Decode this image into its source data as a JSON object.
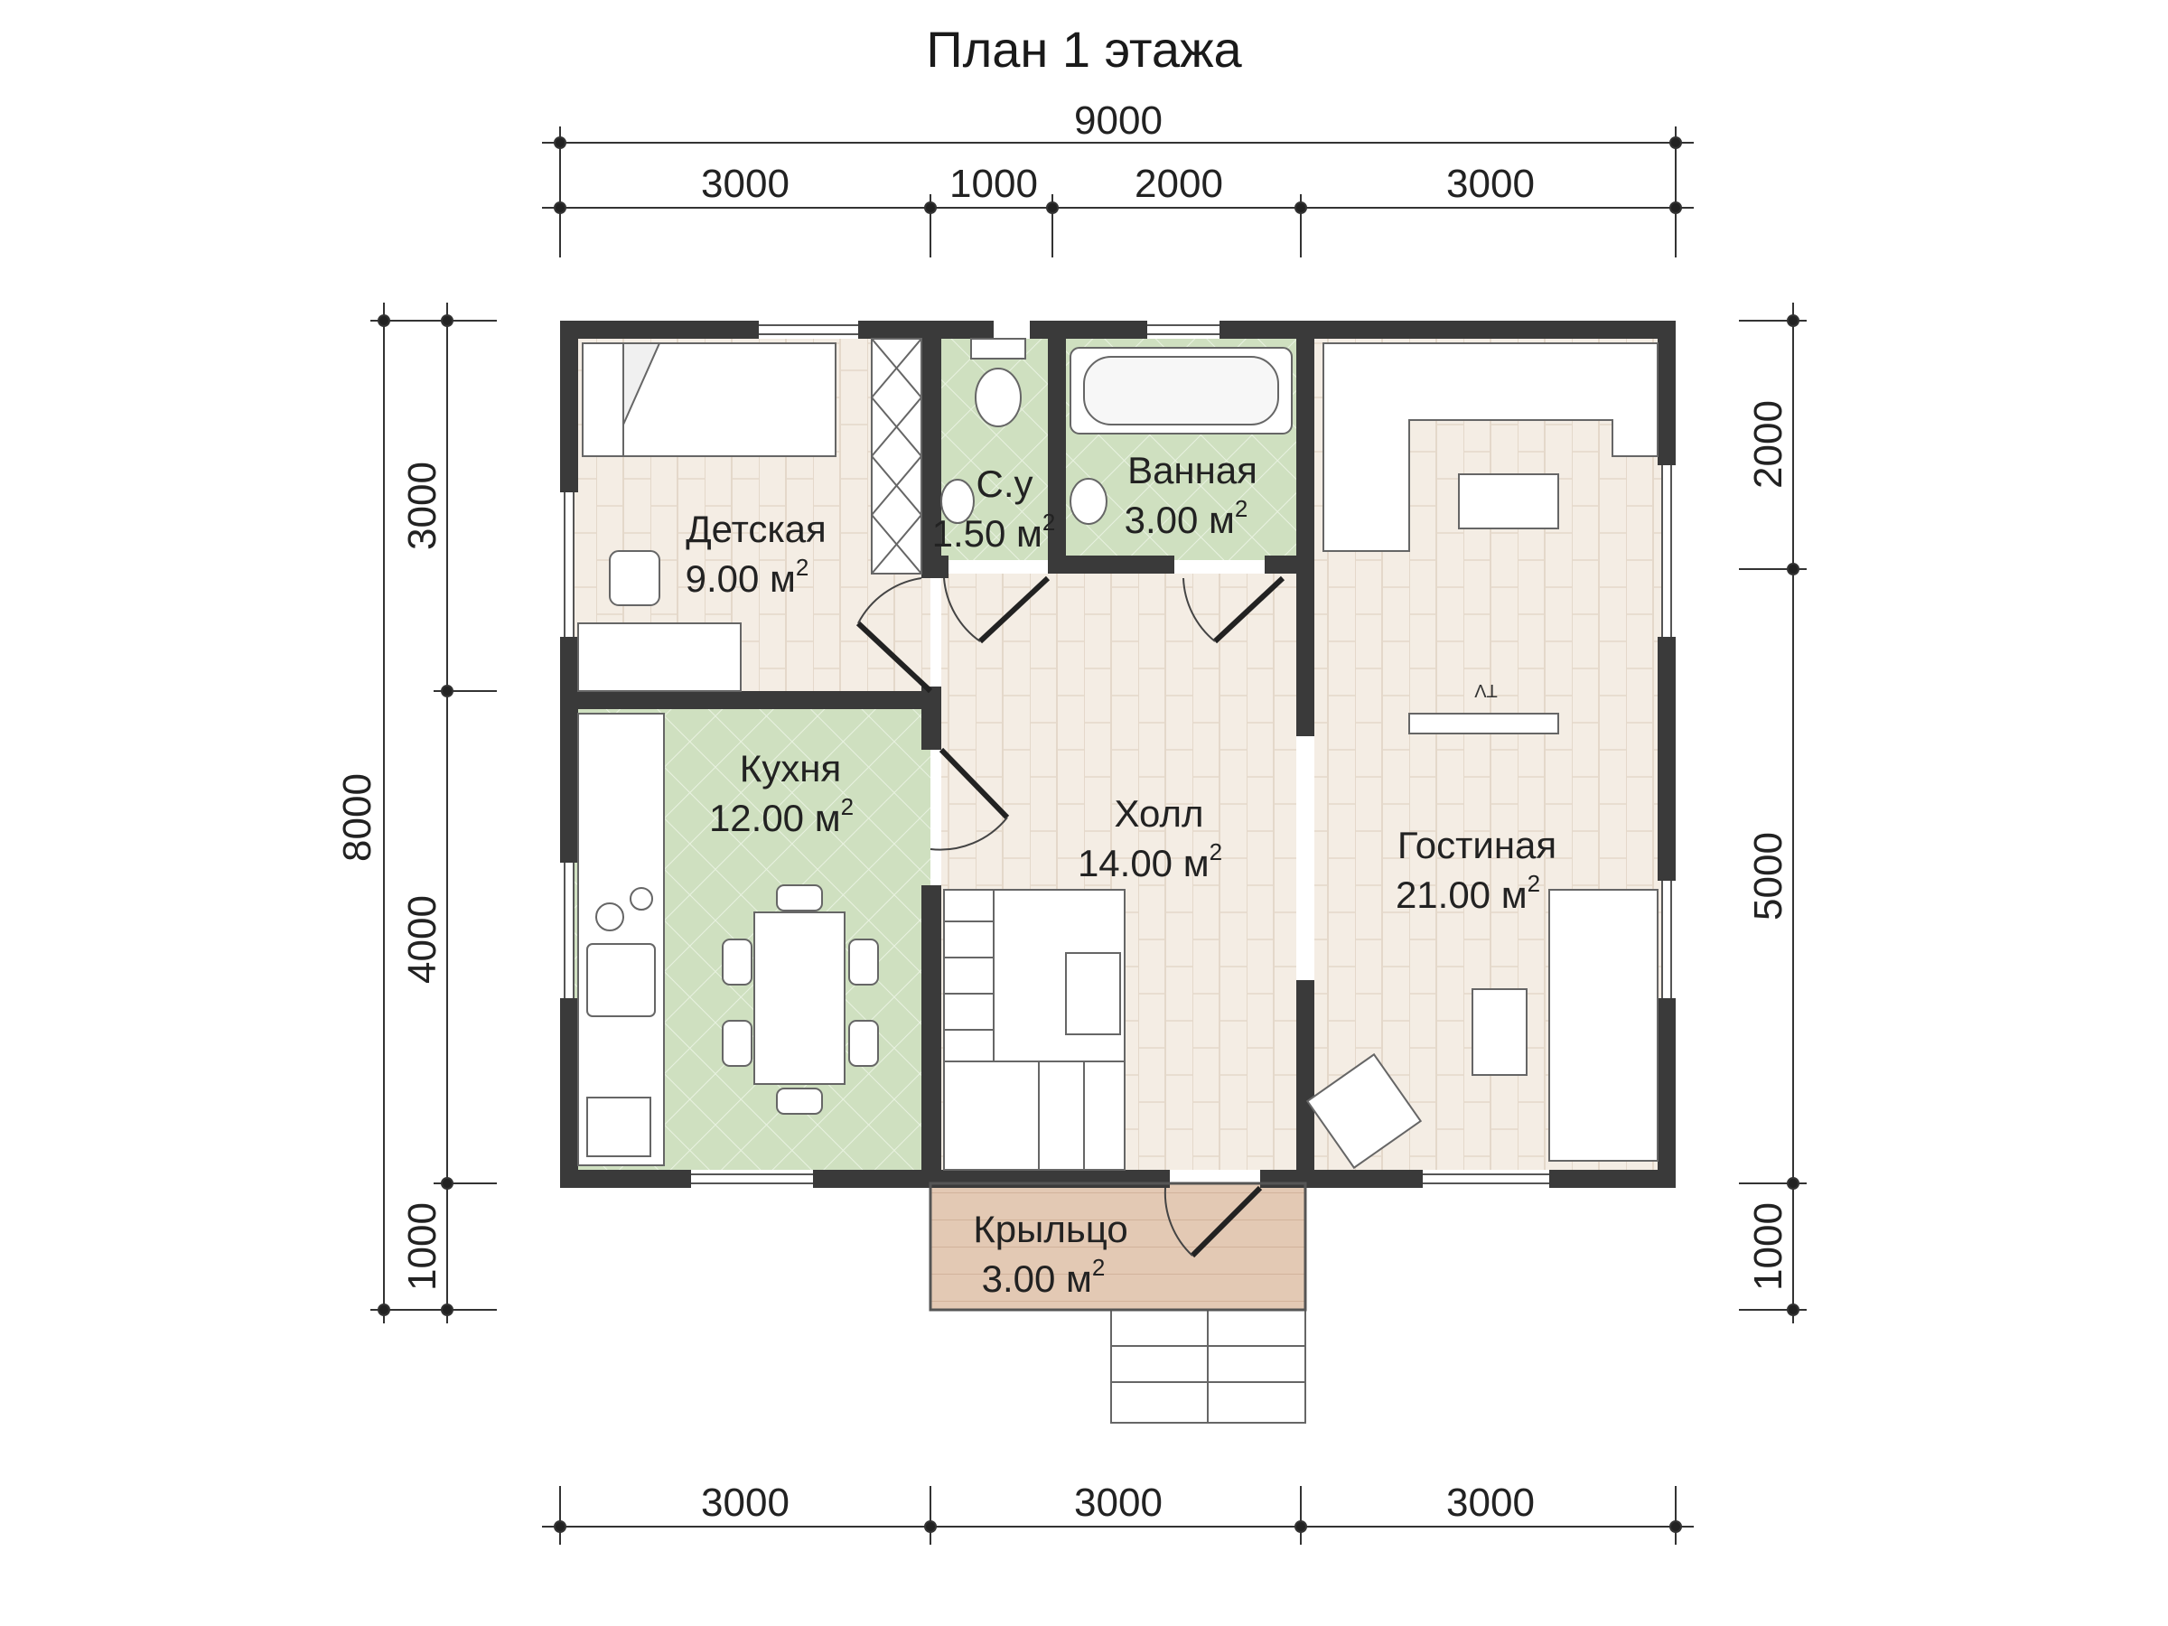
{
  "title": "План 1 этажа",
  "dimensions": {
    "top_total": "9000",
    "top": [
      "3000",
      "1000",
      "2000",
      "3000"
    ],
    "bottom": [
      "3000",
      "3000",
      "3000"
    ],
    "left_total": "8000",
    "left": [
      "3000",
      "4000",
      "1000"
    ],
    "right": [
      "2000",
      "5000",
      "1000"
    ]
  },
  "rooms": [
    {
      "name": "Детская",
      "area": "9.00 м",
      "sup": "2"
    },
    {
      "name": "С.у",
      "area": "1.50 м",
      "sup": "2"
    },
    {
      "name": "Ванная",
      "area": "3.00 м",
      "sup": "2"
    },
    {
      "name": "Кухня",
      "area": "12.00 м",
      "sup": "2"
    },
    {
      "name": "Холл",
      "area": "14.00 м",
      "sup": "2"
    },
    {
      "name": "Гостиная",
      "area": "21.00 м",
      "sup": "2"
    },
    {
      "name": "Крыльцо",
      "area": "3.00 м",
      "sup": "2"
    }
  ],
  "tv_label": "TV",
  "colors": {
    "wall": "#3a3a3a",
    "wood_floor": "#f3ece3",
    "tile_green": "#cfe0c0",
    "porch": "#e3c9b4",
    "line": "#222222"
  }
}
